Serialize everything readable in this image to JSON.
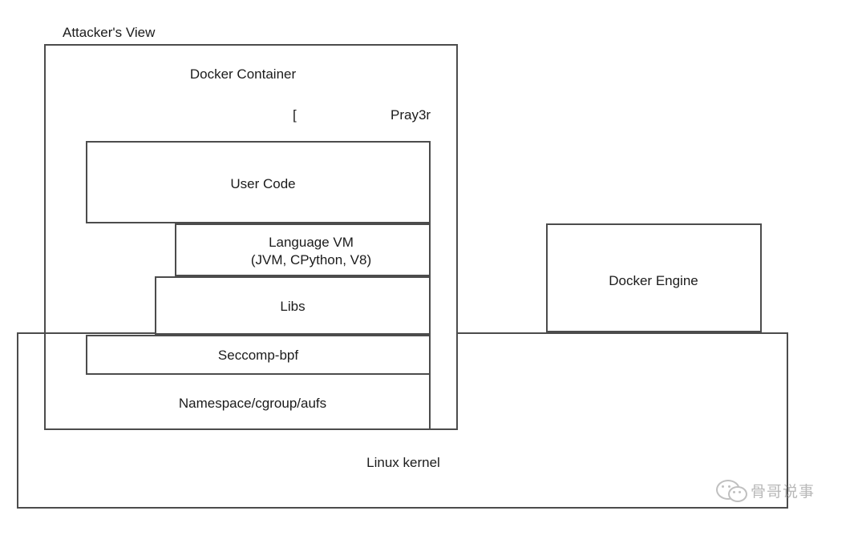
{
  "diagram": {
    "title": "Docker container attack surface layers",
    "stroke_color": "#4c4c4c",
    "background_color": "#ffffff",
    "text_color": "#1b1b1b"
  },
  "labels": {
    "attackers_view": "Attacker's View",
    "docker_container": "Docker Container",
    "bracket_marker": "[",
    "author_handle": "Pray3r",
    "user_code": "User Code",
    "language_vm_line1": "Language VM",
    "language_vm_line2": "(JVM, CPython, V8)",
    "libs": "Libs",
    "seccomp_bpf": "Seccomp-bpf",
    "namespace_cgroup_aufs": "Namespace/cgroup/aufs",
    "docker_engine": "Docker Engine",
    "linux_kernel": "Linux kernel"
  },
  "watermark": {
    "text": "骨哥说事",
    "icon": "wechat-icon",
    "color": "#8d8d8d"
  }
}
